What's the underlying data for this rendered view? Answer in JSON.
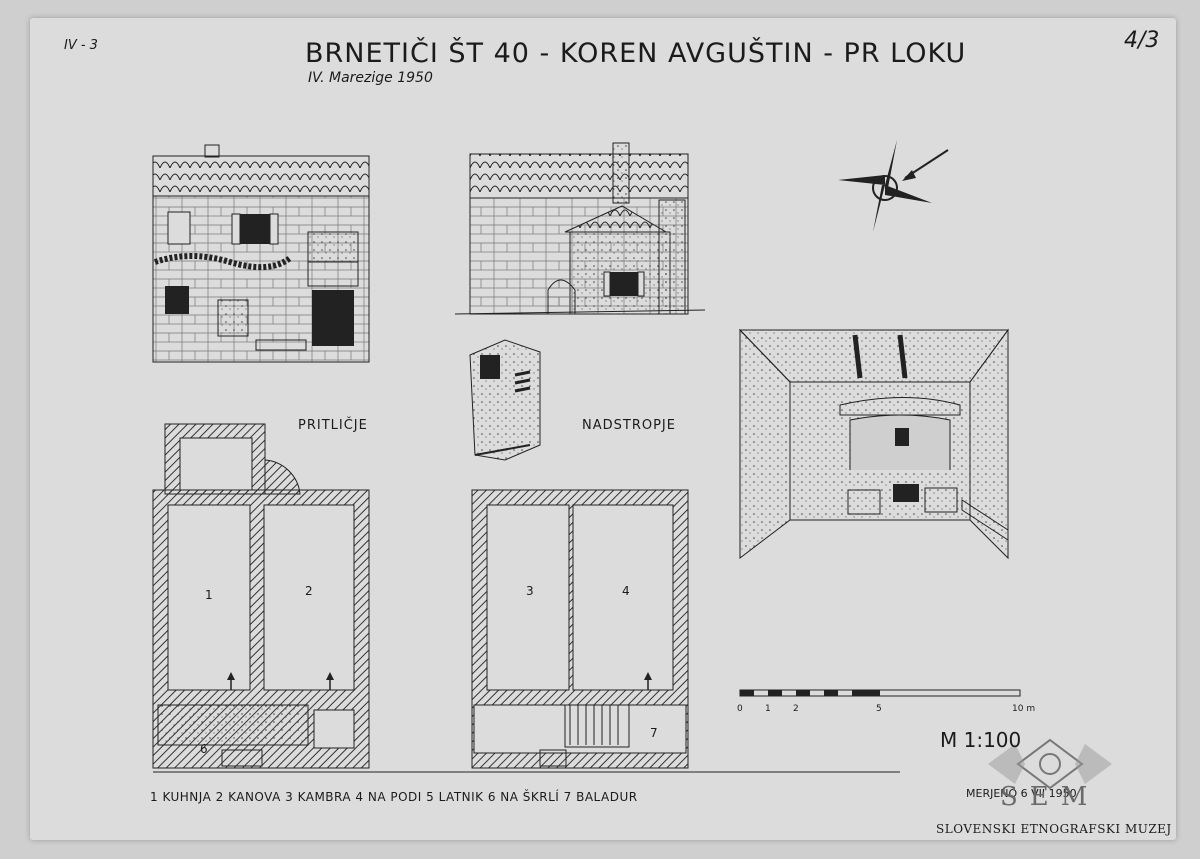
{
  "sheet_code": "IV - 3",
  "page_number": "4/3",
  "title": "BRNETIČI  ŠT 40 - KOREN AVGUŠTIN - PR LOKU",
  "subtitle": "IV. Marezige 1950",
  "floor_labels": {
    "ground": "PRITLIČJE",
    "upper": "NADSTROPJE"
  },
  "room_numbers": [
    "1",
    "2",
    "3",
    "4",
    "6",
    "7"
  ],
  "legend": "1 KUHNJA   2 KANOVA   3 KAMBRA   4 NA PODI   5 LATNIK   6 NA ŠKRLÍ   7 BALADUR",
  "scale_ratio": "M 1:100",
  "scale_ticks": [
    "0",
    "1",
    "2",
    "5",
    "10 m"
  ],
  "measured": "MERJENO  6 VII 1950",
  "watermark_letters": "SEM",
  "museum": "SLOVENSKI ETNOGRAFSKI MUZEJ",
  "colors": {
    "paper": "#dcdcdc",
    "ink": "#1b1b1b",
    "hatch": "#3a3a3a",
    "watermark": "#6a6a6a"
  },
  "icons": [
    "compass-rose-icon",
    "wind-arrow-icon",
    "ethnographic-museum-logo-icon"
  ]
}
